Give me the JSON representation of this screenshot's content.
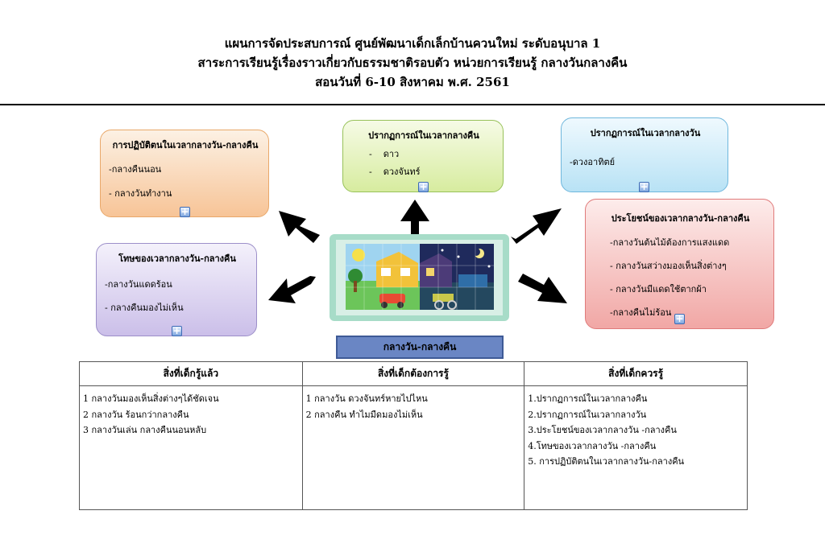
{
  "header": {
    "title_line1": "แผนการจัดประสบการณ์ ศูนย์พัฒนาเด็กเล็กบ้านควนใหม่ ระดับอนุบาล 1",
    "title_line2": "สาระการเรียนรู้เรื่องราวเกี่ยวกับธรรมชาติรอบตัว  หน่วยการเรียนรู้  กลางวันกลางคืน",
    "title_line3": "สอนวันที่ 6-10 สิงหาคม พ.ศ. 2561"
  },
  "mindmap": {
    "center_label": "กลางวัน-กลางคืน",
    "boxes": {
      "practice": {
        "title": "การปฏิบัติตนในเวลากลางวัน-กลางคืน",
        "items": [
          "-กลางคืนนอน",
          "- กลางวันทำงาน"
        ]
      },
      "night": {
        "title": "ปรากฏการณ์ในเวลากลางคืน",
        "items": [
          "-    ดาว",
          "-    ดวงจันทร์"
        ]
      },
      "day": {
        "title": "ปรากฏการณ์ในเวลากลางวัน",
        "items": [
          "-ดวงอาทิตย์"
        ]
      },
      "harm": {
        "title": "โทษของเวลากลางวัน-กลางคืน",
        "items": [
          "-กลางวันแดดร้อน",
          "- กลางคืนมองไม่เห็น"
        ]
      },
      "benefit": {
        "title": "ประโยชน์ของเวลากลางวัน-กลางคืน",
        "items": [
          "-กลางวันต้นไม้ต้องการแสงแดด",
          "- กลางวันสว่างมองเห็นสิ่งต่างๆ",
          "- กลางวันมีแดดใช้ตากผ้า",
          "-กลางคืนไม่ร้อน"
        ]
      }
    },
    "expand_glyph": "+"
  },
  "kwl_table": {
    "headers": [
      "สิ่งที่เด็กรู้แล้ว",
      "สิ่งที่เด็กต้องการรู้",
      "สิ่งที่เด็กควรรู้"
    ],
    "know": [
      "1 กลางวันมองเห็นสิ่งต่างๆได้ชัดเจน",
      "2 กลางวัน ร้อนกว่ากลางคืน",
      "3 กลางวันเล่น กลางคืนนอนหลับ"
    ],
    "want": [
      "1 กลางวัน ดวงจันทร์หายไปไหน",
      "2 กลางคืน ทำไมมืดมองไม่เห็น"
    ],
    "should": [
      "1.ปรากฏการณ์ในเวลากลางคืน",
      "2.ปรากฏการณ์ในเวลากลางวัน",
      "3.ประโยชน์ของเวลากลางวัน -กลางคืน",
      "4.โทษของเวลากลางวัน -กลางคืน",
      "5. การปฏิบัติตนในเวลากลางวัน-กลางคืน"
    ]
  },
  "colors": {
    "orange_box": "#f7c497",
    "green_box": "#d7ec9f",
    "blue_box": "#b8e2f5",
    "purple_box": "#cbbfe9",
    "pink_box": "#f1a7a5",
    "caption_box": "#6a86c4"
  }
}
